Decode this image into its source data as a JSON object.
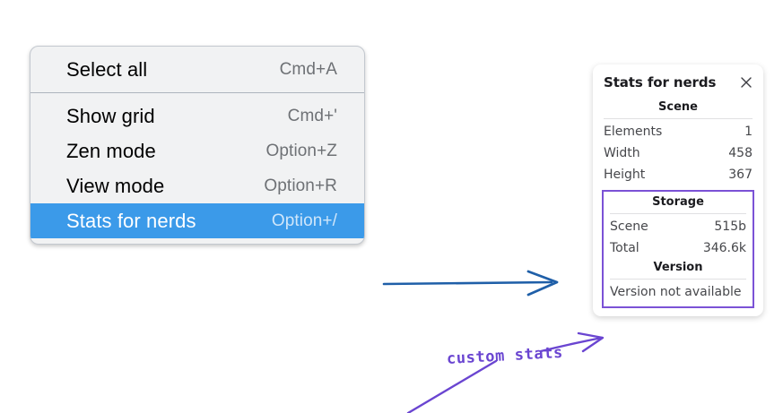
{
  "context_menu": {
    "name": "context-menu",
    "sections": [
      {
        "items": [
          {
            "label": "Select all",
            "shortcut": "Cmd+A",
            "selected": false
          }
        ]
      },
      {
        "items": [
          {
            "label": "Show grid",
            "shortcut": "Cmd+'",
            "selected": false
          },
          {
            "label": "Zen mode",
            "shortcut": "Option+Z",
            "selected": false
          },
          {
            "label": "View mode",
            "shortcut": "Option+R",
            "selected": false
          },
          {
            "label": "Stats for nerds",
            "shortcut": "Option+/",
            "selected": true
          }
        ]
      }
    ],
    "highlight_color": "#3b9ae9"
  },
  "stats_panel": {
    "title": "Stats for nerds",
    "close_icon": "close-icon",
    "scene": {
      "heading": "Scene",
      "rows": [
        {
          "key": "Elements",
          "value": "1"
        },
        {
          "key": "Width",
          "value": "458"
        },
        {
          "key": "Height",
          "value": "367"
        }
      ]
    },
    "storage": {
      "heading": "Storage",
      "rows": [
        {
          "key": "Scene",
          "value": "515b"
        },
        {
          "key": "Total",
          "value": "346.6k"
        }
      ]
    },
    "version": {
      "heading": "Version",
      "text": "Version not available"
    },
    "highlight_border_color": "#7b52d6"
  },
  "annotations": {
    "label": "custom stats",
    "label_color": "#6a45d1",
    "blue_arrow_color": "#1f5fa8",
    "purple_arrow_color": "#6a45d1"
  }
}
